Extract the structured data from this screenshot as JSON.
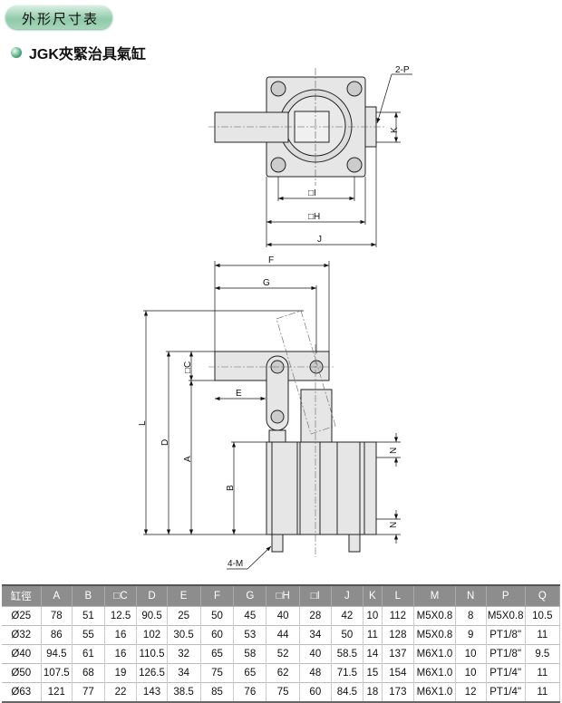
{
  "section_title": "外形尺寸表",
  "product_title": "JGK夾緊治具氣缸",
  "drawing_labels": {
    "port": "2-P",
    "k": "K",
    "i": "□I",
    "h": "□H",
    "j": "J",
    "f": "F",
    "g": "G",
    "c": "□C",
    "e": "E",
    "l": "L",
    "d": "D",
    "a": "A",
    "b": "B",
    "n1": "N",
    "n2": "N",
    "m": "4-M"
  },
  "table": {
    "headers": [
      "缸徑",
      "A",
      "B",
      "□C",
      "D",
      "E",
      "F",
      "G",
      "□H",
      "□I",
      "J",
      "K",
      "L",
      "M",
      "N",
      "P",
      "Q"
    ],
    "rows": [
      [
        "Ø25",
        "78",
        "51",
        "12.5",
        "90.5",
        "25",
        "50",
        "45",
        "40",
        "28",
        "42",
        "10",
        "112",
        "M5X0.8",
        "8",
        "M5X0.8",
        "10.5"
      ],
      [
        "Ø32",
        "86",
        "55",
        "16",
        "102",
        "30.5",
        "60",
        "53",
        "44",
        "34",
        "50",
        "11",
        "128",
        "M5X0.8",
        "9",
        "PT1/8\"",
        "11"
      ],
      [
        "Ø40",
        "94.5",
        "61",
        "16",
        "110.5",
        "32",
        "65",
        "58",
        "52",
        "40",
        "58.5",
        "14",
        "137",
        "M6X1.0",
        "10",
        "PT1/8\"",
        "9.5"
      ],
      [
        "Ø50",
        "107.5",
        "68",
        "19",
        "126.5",
        "34",
        "75",
        "65",
        "62",
        "48",
        "71.5",
        "15",
        "154",
        "M6X1.0",
        "10",
        "PT1/4\"",
        "11"
      ],
      [
        "Ø63",
        "121",
        "77",
        "22",
        "143",
        "38.5",
        "85",
        "76",
        "75",
        "60",
        "84.5",
        "18",
        "173",
        "M6X1.0",
        "12",
        "PT1/4\"",
        "11"
      ]
    ]
  }
}
